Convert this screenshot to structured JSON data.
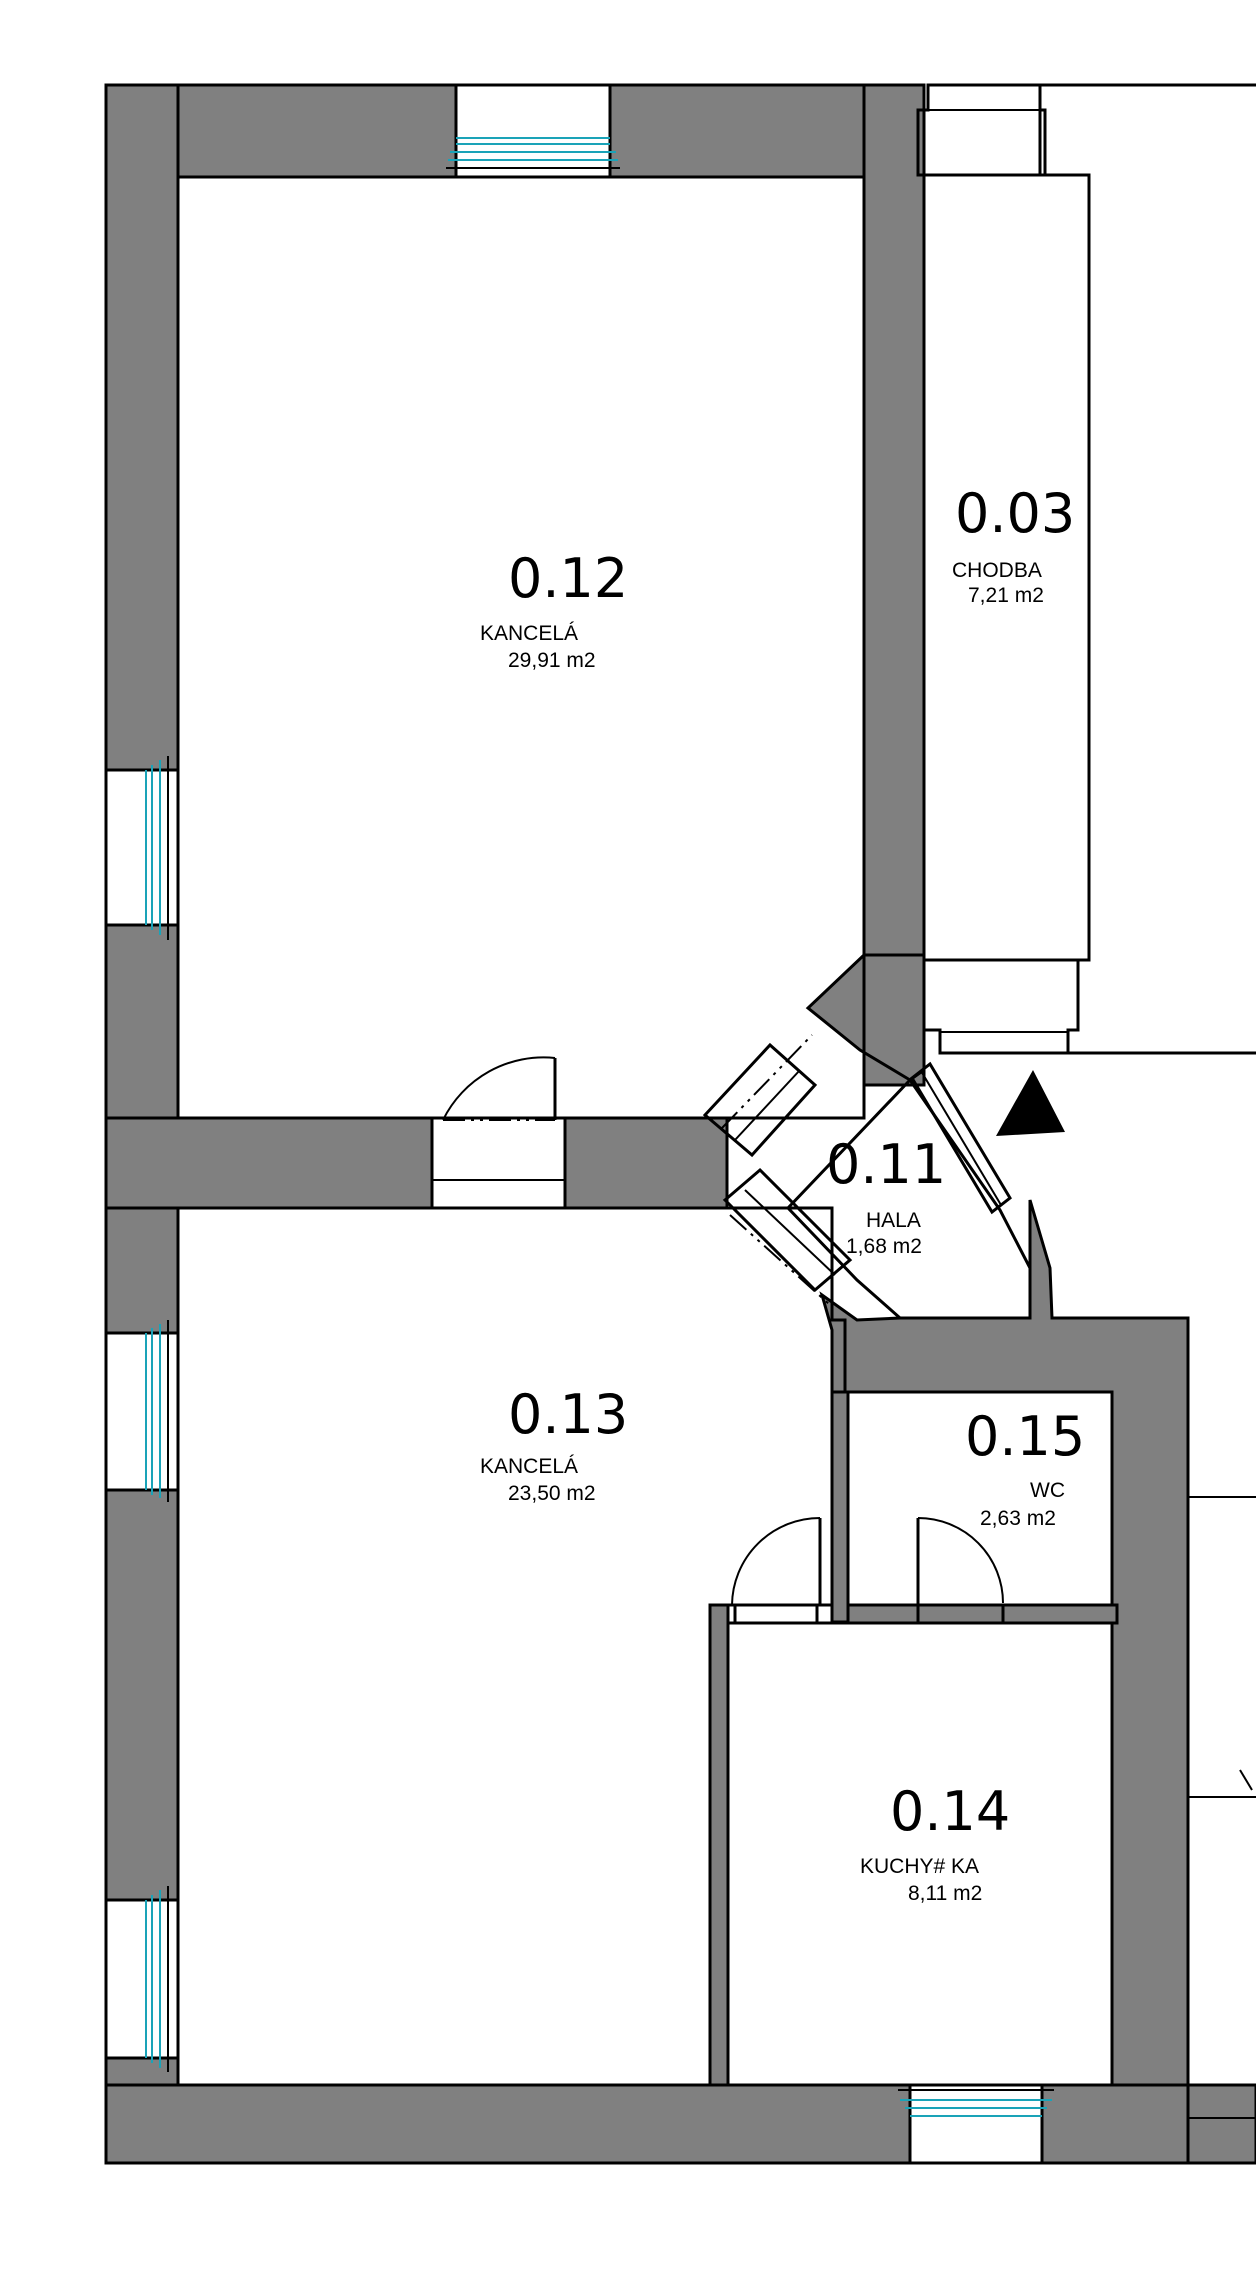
{
  "rooms": {
    "r012": {
      "number": "0.12",
      "name": "KANCELÁ",
      "area": "29,91 m2"
    },
    "r003": {
      "number": "0.03",
      "name": "CHODBA",
      "area": "7,21 m2"
    },
    "r011": {
      "number": "0.11",
      "name": "HALA",
      "area": "1,68 m2"
    },
    "r013": {
      "number": "0.13",
      "name": "KANCELÁ",
      "area": "23,50 m2"
    },
    "r015": {
      "number": "0.15",
      "name": "WC",
      "area": "2,63 m2"
    },
    "r014": {
      "number": "0.14",
      "name": "KUCHY# KA",
      "area": "8,11 m2"
    }
  },
  "colors": {
    "wall": "#808080",
    "glass": "#1aa3b8",
    "line": "#000000",
    "background": "#ffffff"
  },
  "icons": {
    "entrance": "entrance-arrow-icon"
  }
}
